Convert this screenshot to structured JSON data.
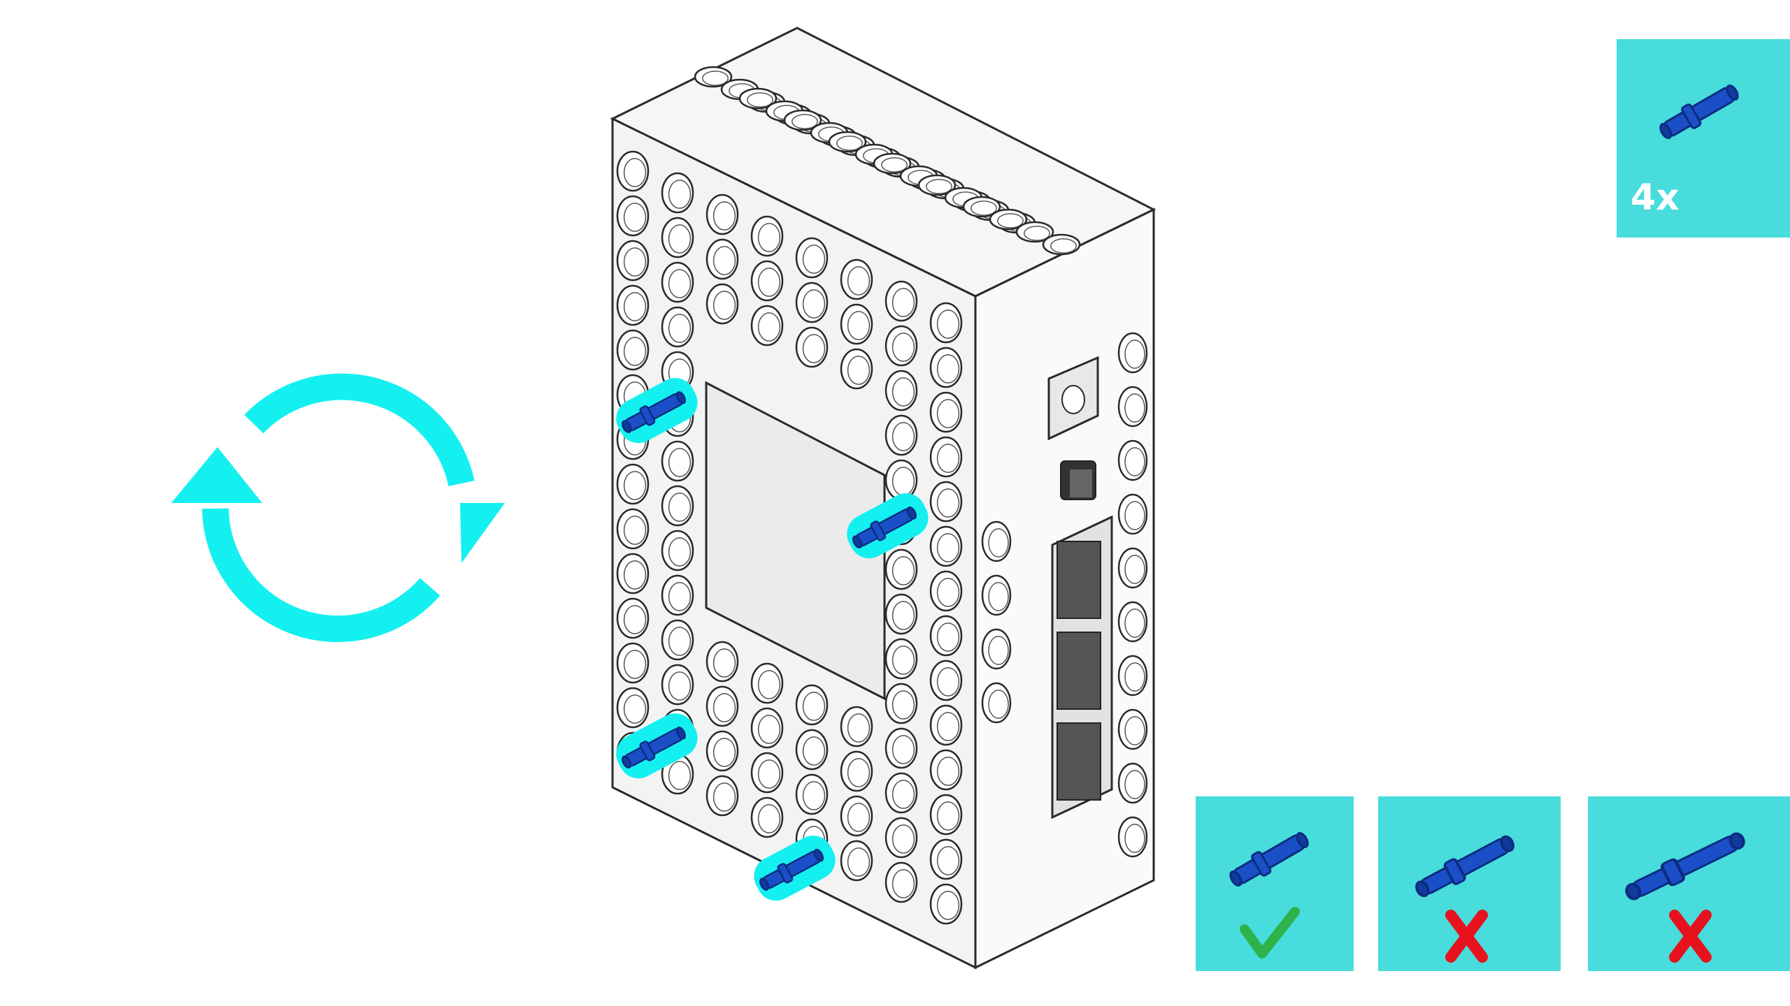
{
  "parts_callout": {
    "quantity_label": "4x",
    "part_icon": "friction-pin-with-bushing-icon",
    "background": "#48dcdc"
  },
  "rotate_indicator": {
    "icon": "rotate-arrows-icon",
    "color": "#14f0f0",
    "shade": "#0bbdbd"
  },
  "pin_choices": [
    {
      "icon": "short-friction-pin-icon",
      "verdict": "correct",
      "mark_icon": "check-mark-icon",
      "mark_color": "#2db34a"
    },
    {
      "icon": "medium-friction-pin-icon",
      "verdict": "incorrect",
      "mark_icon": "cross-mark-icon",
      "mark_color": "#e8121e"
    },
    {
      "icon": "long-friction-pin-icon",
      "verdict": "incorrect",
      "mark_icon": "cross-mark-icon",
      "mark_color": "#e8121e"
    }
  ],
  "colors": {
    "pin_blue": "#1a4fc7",
    "pin_dark": "#0a2d80",
    "highlight": "#14f0f0",
    "hub_face": "#f3f3f3",
    "hub_side": "#fafafa",
    "outline": "#2a2a2a",
    "panel": "#48dcdc"
  }
}
